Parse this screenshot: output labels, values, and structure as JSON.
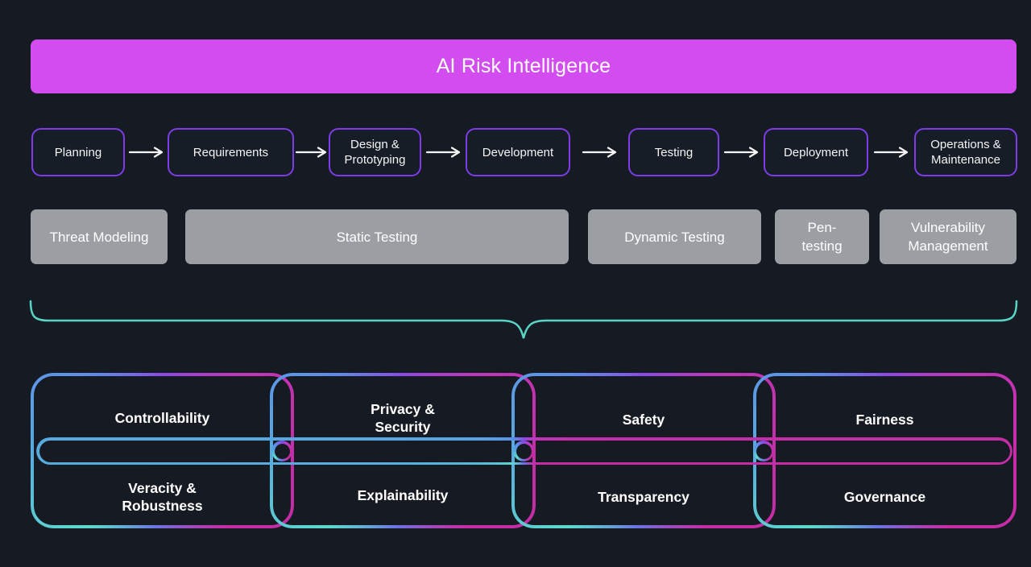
{
  "banner": {
    "label": "AI Risk Intelligence",
    "bg_color": "#d24cf0"
  },
  "sdlc_flow": {
    "steps": [
      "Planning",
      "Requirements",
      "Design &\nPrototyping",
      "Development",
      "Testing",
      "Deployment",
      "Operations &\nMaintenance"
    ],
    "box_border_color": "#7d3ce8"
  },
  "security_activities": {
    "items": [
      "Threat Modeling",
      "Static Testing",
      "Dynamic Testing",
      "Pen-\ntesting",
      "Vulnerability\nManagement"
    ],
    "box_color": "#9b9ea3"
  },
  "brace": {
    "color": "#58d5c5"
  },
  "risk_categories": {
    "top_row": [
      "Controllability",
      "Privacy &\nSecurity",
      "Safety",
      "Fairness"
    ],
    "bottom_row": [
      "Veracity &\nRobustness",
      "Explainability",
      "Transparency",
      "Governance"
    ],
    "gradient_palette": [
      "#5e8ee8",
      "#8a4ae8",
      "#c52da6",
      "#6b74e0",
      "#5edacc",
      "#57aadf"
    ]
  },
  "background_color": "#161b23"
}
